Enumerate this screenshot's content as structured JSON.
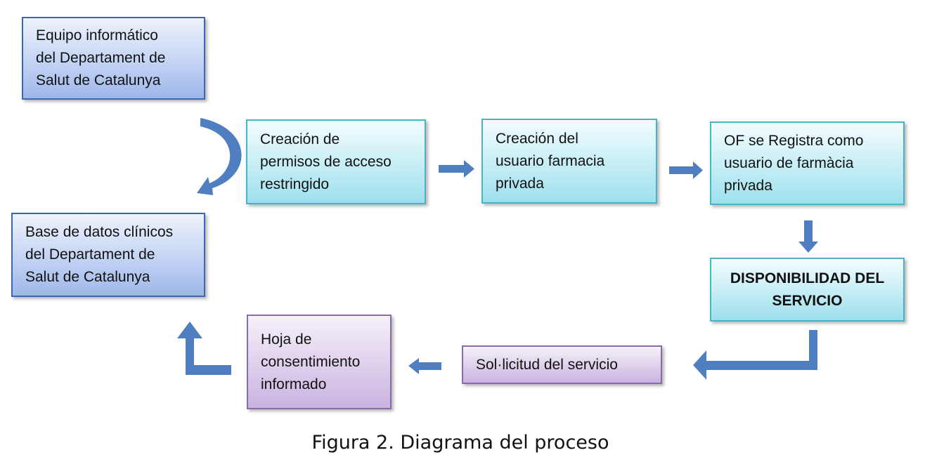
{
  "diagram": {
    "nodes": [
      {
        "id": "equipo",
        "lines": [
          "Equipo informático",
          "del Departament de",
          "Salut de Catalunya"
        ]
      },
      {
        "id": "base",
        "lines": [
          "Base de datos clínicos",
          "del Departament de",
          "Salut de Catalunya"
        ]
      },
      {
        "id": "permisos",
        "lines": [
          "Creación de",
          "permisos de acceso",
          "restringido"
        ]
      },
      {
        "id": "usuario",
        "lines": [
          "Creación del",
          "usuario farmacia",
          "privada"
        ]
      },
      {
        "id": "registro",
        "lines": [
          "OF se Registra como",
          "usuario de farmàcia",
          "privada"
        ]
      },
      {
        "id": "disponibilidad",
        "lines": [
          "DISPONIBILIDAD DEL",
          "SERVICIO"
        ]
      },
      {
        "id": "solicitud",
        "lines": [
          "Sol·licitud del servicio"
        ]
      },
      {
        "id": "hoja",
        "lines": [
          "Hoja de",
          "consentimiento",
          "informado"
        ]
      }
    ],
    "colors": {
      "arrow": "#4f7fc0",
      "blue_border": "#3d66b4",
      "cyan_border": "#4bb3c6",
      "purple_border": "#8a6aa8"
    }
  },
  "caption": "Figura 2. Diagrama del proceso"
}
